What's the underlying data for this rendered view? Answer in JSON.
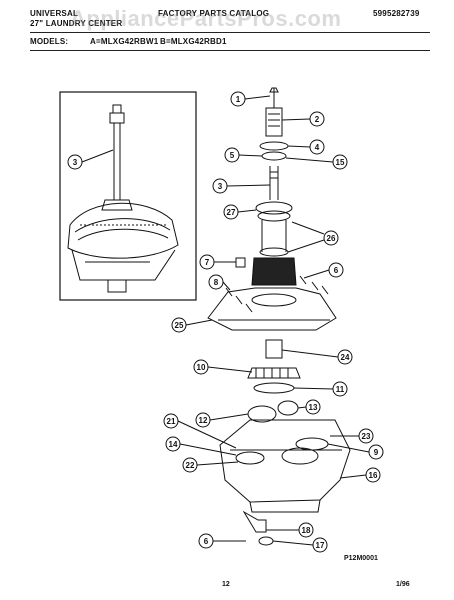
{
  "header": {
    "brand": "UNIVERSAL",
    "product": "27\" LAUNDRY CENTER",
    "section": "FACTORY PARTS CATALOG",
    "doc_number": "5995282739",
    "watermark": "AppliancePartsPros.com"
  },
  "models": {
    "label": "MODELS:",
    "model_a": "A=MLXG42RBW1",
    "model_b": "B=MLXG42RBD1"
  },
  "callouts": [
    "1",
    "2",
    "4",
    "5",
    "15",
    "3",
    "27",
    "26",
    "7",
    "6",
    "8",
    "25",
    "24",
    "10",
    "11",
    "12",
    "13",
    "21",
    "23",
    "14",
    "9",
    "22",
    "16",
    "6",
    "18",
    "17",
    "3"
  ],
  "figure_code": "P12M0001",
  "footer": {
    "page": "12",
    "date": "1/96"
  },
  "colors": {
    "line": "#111111",
    "watermark": "#9a9a9a"
  }
}
